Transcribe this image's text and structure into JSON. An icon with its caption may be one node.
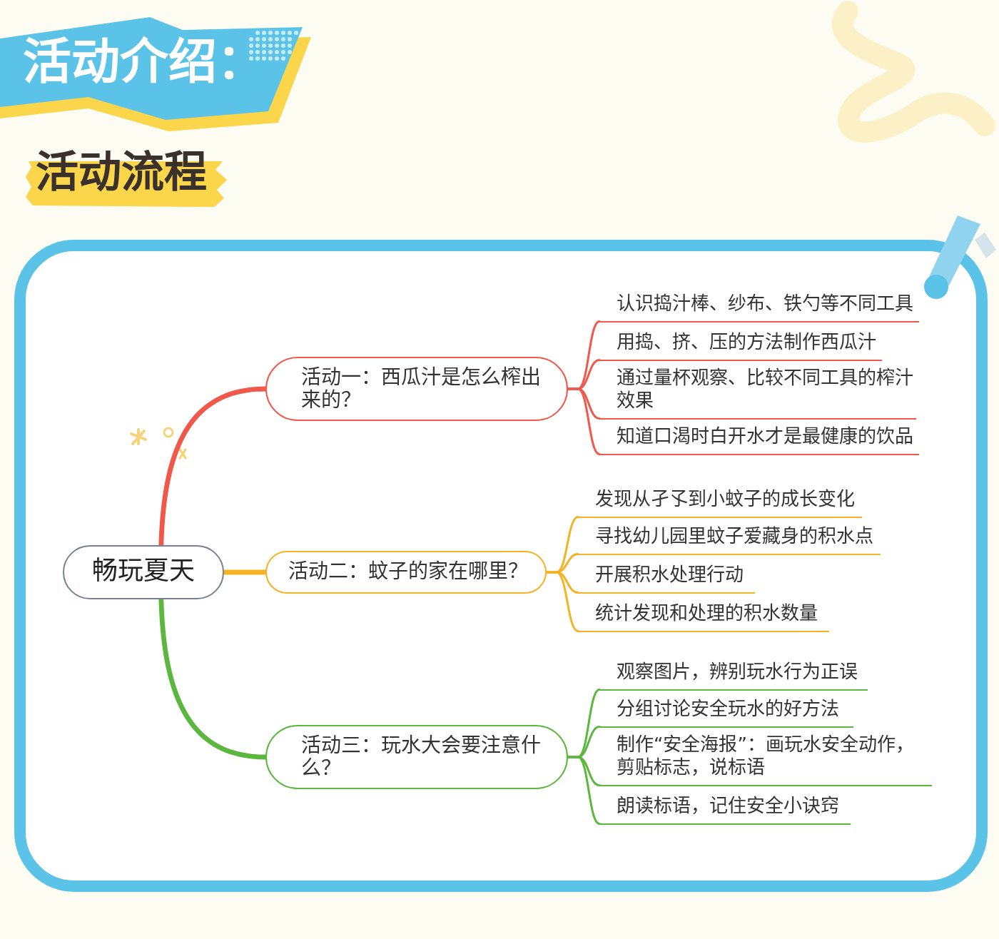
{
  "diagram": {
    "title": "活动介绍：",
    "nodes": [
      {
        "text": [
          "畅玩夏天"
        ]
      },
      {
        "text": [
          "活动一：西瓜汁是怎么榨出来的？"
        ]
      },
      {
        "text": [
          "认识捣汁棒、纱布、铁勺等不同工具"
        ]
      },
      {
        "text": [
          "用捣、挤、压的方法制作西瓜汁"
        ]
      },
      {
        "text": [
          "通过量杯观察、比较不同工具的榨汁效果"
        ]
      },
      {
        "text": [
          "知道口渴时白开水才是最健康的饮品"
        ]
      },
      {
        "text": [
          "活动二：蚊子的家在哪里？"
        ]
      },
      {
        "text": [
          "发现从孑孓到小蚊子的成长变化"
        ]
      },
      {
        "text": [
          "寻找幼儿园里蚊子爱藏身的积水点"
        ]
      },
      {
        "text": [
          "开展积水处理行动"
        ]
      },
      {
        "text": [
          "统计发现和处理的积水数量"
        ]
      },
      {
        "text": [
          "活动三：玩水大会要注意什么？"
        ]
      },
      {
        "text": [
          "观察图片，辨别玩水行为正误"
        ]
      },
      {
        "text": [
          "分组讨论安全玩水的好方法"
        ]
      },
      {
        "text": [
          "制作“安全海报”：画玩水安全动作，剪贴标志，说标语"
        ]
      },
      {
        "text": [
          "朗读标语，记住安全小诀窍"
        ]
      }
    ],
    "edges": [
      {
        "from": 0,
        "to": 1,
        "arrow": "none",
        "style": "thick",
        "color": "#f0584a"
      },
      {
        "from": 1,
        "to": 2,
        "arrow": "none",
        "color": "#f0584a"
      },
      {
        "from": 1,
        "to": 3,
        "arrow": "none",
        "color": "#f0584a"
      },
      {
        "from": 1,
        "to": 4,
        "arrow": "none",
        "color": "#f0584a"
      },
      {
        "from": 1,
        "to": 5,
        "arrow": "none",
        "color": "#f0584a"
      },
      {
        "from": 0,
        "to": 6,
        "arrow": "none",
        "style": "thick",
        "color": "#f5b324"
      },
      {
        "from": 6,
        "to": 7,
        "arrow": "none",
        "color": "#f5b324"
      },
      {
        "from": 6,
        "to": 8,
        "arrow": "none",
        "color": "#f5b324"
      },
      {
        "from": 6,
        "to": 9,
        "arrow": "none",
        "color": "#f5b324"
      },
      {
        "from": 6,
        "to": 10,
        "arrow": "none",
        "color": "#f5b324"
      },
      {
        "from": 0,
        "to": 11,
        "arrow": "none",
        "style": "thick",
        "color": "#5bb73d"
      },
      {
        "from": 11,
        "to": 12,
        "arrow": "none",
        "color": "#5bb73d"
      },
      {
        "from": 11,
        "to": 13,
        "arrow": "none",
        "color": "#5bb73d"
      },
      {
        "from": 11,
        "to": 14,
        "arrow": "none",
        "color": "#5bb73d"
      },
      {
        "from": 11,
        "to": 15,
        "arrow": "none",
        "color": "#5bb73d"
      }
    ],
    "labels": [
      "活动流程"
    ]
  }
}
